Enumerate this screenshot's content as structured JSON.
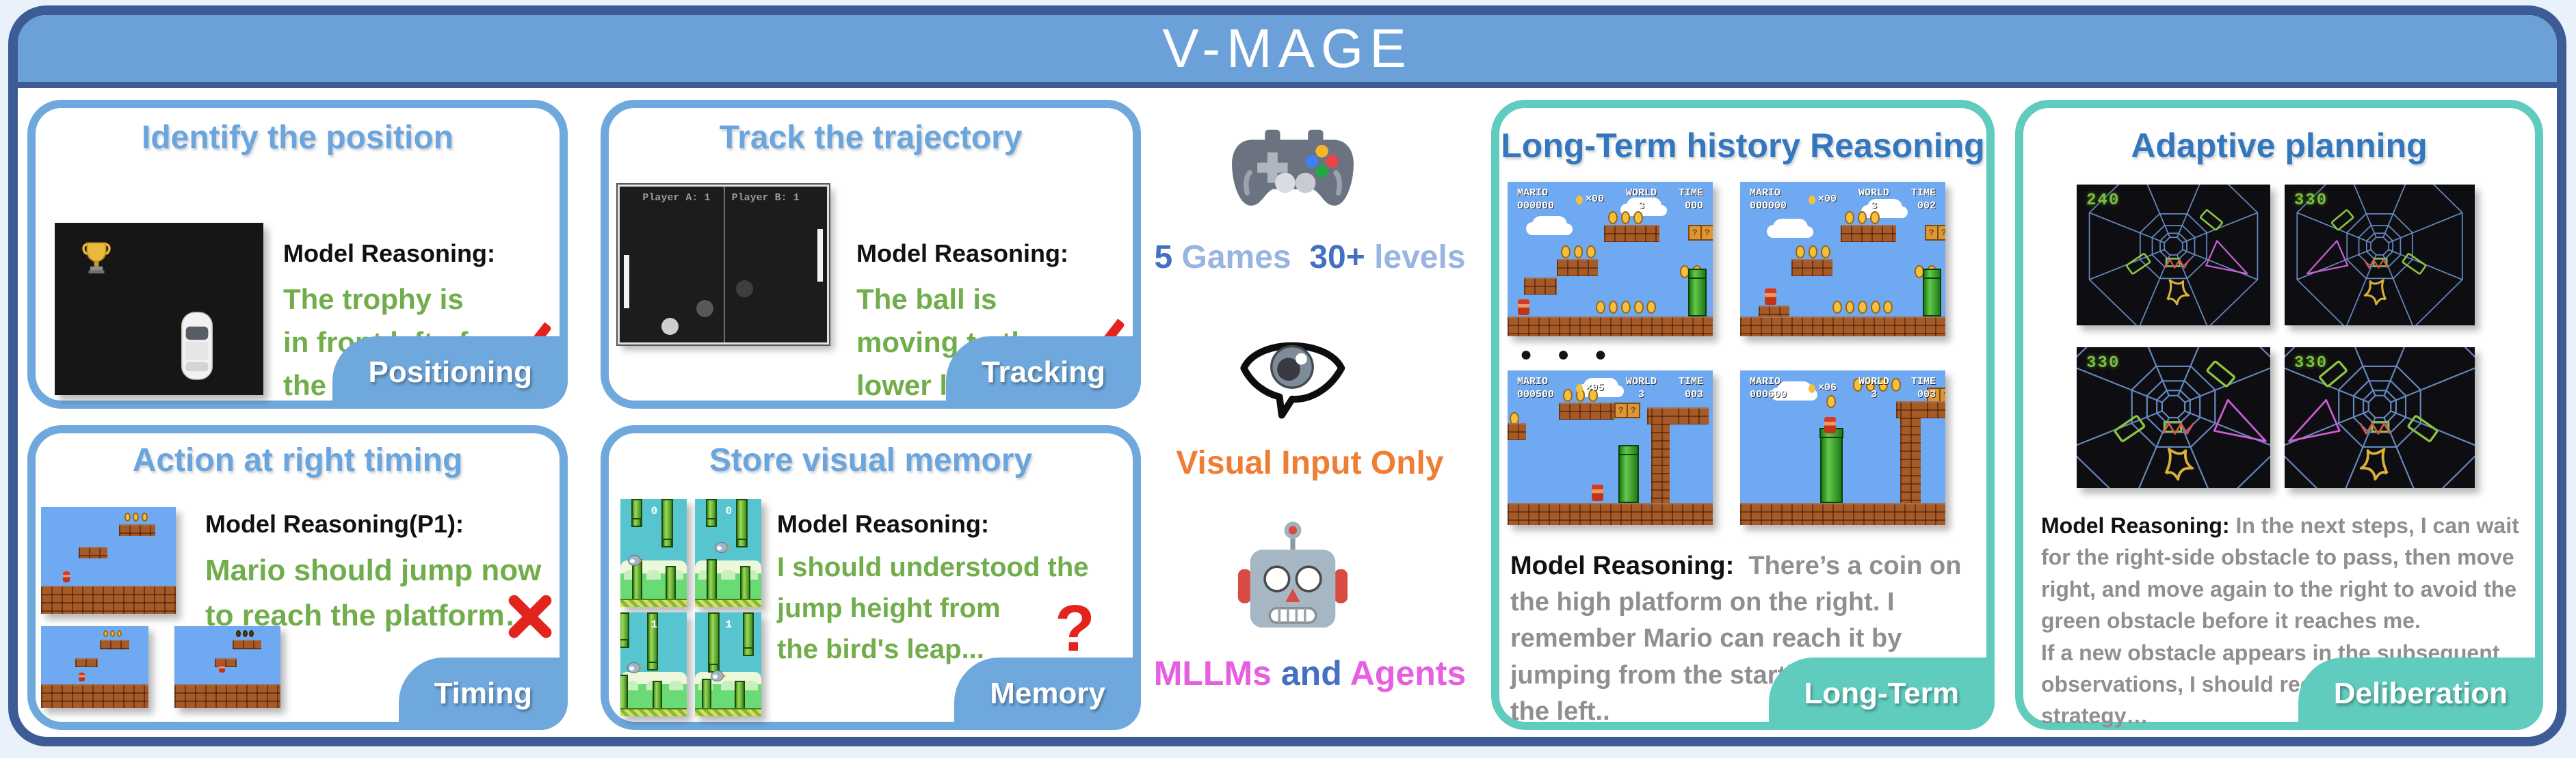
{
  "banner": {
    "title": "V-MAGE"
  },
  "middle": {
    "stat_games_num": "5",
    "stat_games_label": "Games",
    "stat_levels_num": "30+",
    "stat_levels_label": "levels",
    "visual_input": "Visual Input Only",
    "mllms": "MLLMs",
    "and": "and",
    "agents": "Agents"
  },
  "panels": {
    "positioning": {
      "heading": "Identify the position",
      "label": "Model Reasoning:",
      "lines": [
        "The trophy is",
        "in front left of",
        "the car."
      ],
      "verdict": "correct",
      "badge": "Positioning"
    },
    "tracking": {
      "heading": "Track the trajectory",
      "label": "Model Reasoning:",
      "lines": [
        "The ball is",
        "moving to the",
        "lower left."
      ],
      "verdict": "correct",
      "badge": "Tracking",
      "pong": {
        "player_a": "Player A: 1",
        "player_b": "Player B: 1"
      }
    },
    "timing": {
      "heading": "Action at right timing",
      "label": "Model Reasoning(P1):",
      "lines": [
        "Mario should jump now",
        "to reach the platform…"
      ],
      "verdict": "incorrect",
      "badge": "Timing"
    },
    "memory": {
      "heading": "Store visual memory",
      "label": "Model Reasoning:",
      "lines": [
        "I should understood the",
        "jump height  from",
        "the bird's  leap..."
      ],
      "verdict": "uncertain",
      "mark_text": "?",
      "badge": "Memory",
      "scores": [
        "0",
        "0",
        "1",
        "1"
      ]
    },
    "longterm": {
      "heading": "Long-Term history Reasoning",
      "label": "Model Reasoning:",
      "text": "There’s a coin on the high platform on the right. I remember Mario can reach it by jumping from the starting point on the left..",
      "badge": "Long-Term",
      "ellipsis": "● ● ●",
      "hud_labels": {
        "mario": "MARIO",
        "world": "WORLD",
        "time": "TIME"
      },
      "huds": [
        {
          "score": "000000",
          "coins": "×00",
          "world": "3",
          "time": "000"
        },
        {
          "score": "000000",
          "coins": "×00",
          "world": "3",
          "time": "002"
        },
        {
          "score": "000500",
          "coins": "×05",
          "world": "3",
          "time": "003"
        },
        {
          "score": "000600",
          "coins": "×06",
          "world": "3",
          "time": "003"
        }
      ]
    },
    "adaptive": {
      "heading": "Adaptive planning",
      "label": "Model Reasoning:",
      "text1": "In the next steps, I can wait for the right-side obstacle to pass, then move right, and move again to the right to avoid the green obstacle before it reaches me.",
      "text2": "If a new obstacle appears  in the subsequent observations, I should reconsider my strategy…",
      "badge": "Deliberation",
      "scores": [
        "240",
        "330",
        "330",
        "330"
      ]
    }
  }
}
